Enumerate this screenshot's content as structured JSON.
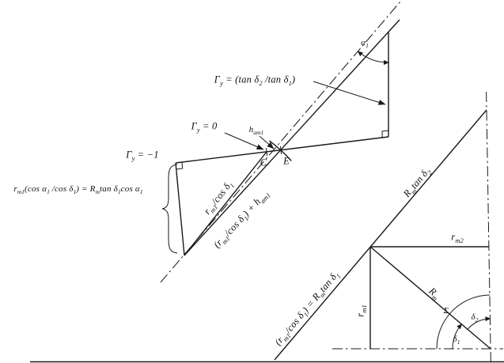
{
  "figure": {
    "background": "#ffffff",
    "ink_color": "#1a1a1a",
    "upper_labels": {
      "gamma_ratio": "Γ_{y} = (tan δ_{2} /tan δ_{1})",
      "gamma_zero": "Γ_{y} = 0",
      "gamma_minus_one": "Γ_{y} = −1",
      "left_expression": "r_{m1}(cos α_{1} /cos δ_{1}) = R_{m}tan δ_{1}cos α_{1}",
      "h_addendum": "h_{am1}",
      "back_cone_radius": "r_{m1}/cos δ_{1}",
      "back_cone_plus_addendum": "(r_{m1}/cos δ_{1}) + h_{am1}",
      "point_c": "C",
      "point_e": "E",
      "alpha_1": "α_{1}"
    },
    "lower_labels": {
      "rm_tan_delta2": "R_{m}tan δ_{2}",
      "r_m2": "r_{m2}",
      "r_m": "R_{m}",
      "r_m1": "r_{m1}",
      "back_cone_equation": "(r_{m1}/cos δ_{1}) = R_{m}tan δ_{1}",
      "delta_1": "δ_{1}",
      "delta_2": "δ_{2}",
      "sigma": "Σ"
    }
  }
}
